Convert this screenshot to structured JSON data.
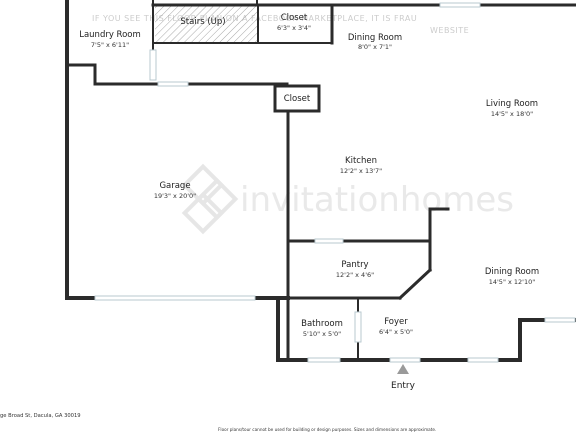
{
  "watermark": {
    "line1": "IF YOU SEE THIS FLOOR PLAN ON A FACEBOOK MARKETPLACE, IT IS FRAU",
    "line2": "WEBSITE",
    "logo_text": "invitationhomes"
  },
  "rooms": {
    "stairs": {
      "name": "Stairs (Up)"
    },
    "laundry": {
      "name": "Laundry Room",
      "dims": "7'5\" x 6'11\""
    },
    "closet_top": {
      "name": "Closet",
      "dims": "6'3\" x 3'4\""
    },
    "dining_top": {
      "name": "Dining Room",
      "dims": "8'0\" x 7'1\""
    },
    "closet_small": {
      "name": "Closet"
    },
    "living": {
      "name": "Living Room",
      "dims": "14'5\" x 18'0\""
    },
    "kitchen": {
      "name": "Kitchen",
      "dims": "12'2\" x 13'7\""
    },
    "garage": {
      "name": "Garage",
      "dims": "19'3\" x 20'0\""
    },
    "pantry": {
      "name": "Pantry",
      "dims": "12'2\" x 4'6\""
    },
    "dining": {
      "name": "Dining Room",
      "dims": "14'5\" x 12'10\""
    },
    "bathroom": {
      "name": "Bathroom",
      "dims": "5'10\" x 5'0\""
    },
    "foyer": {
      "name": "Foyer",
      "dims": "6'4\" x 5'0\""
    }
  },
  "entry_label": "Entry",
  "footer": {
    "address": "ge Broad St, Dacula, GA 30019",
    "disclaimer": "Floor plans/tour cannot be used for building or design purposes. Sizes and dimensions are approximate."
  },
  "colors": {
    "wall": "#2b2b2b",
    "window": "#b9c9cf",
    "stairs_hatch": "#9a9a9a",
    "watermark": "#cccccc",
    "arrow": "#9a9a9a"
  }
}
